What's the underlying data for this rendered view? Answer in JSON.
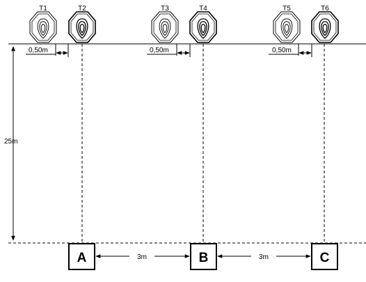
{
  "targets": [
    {
      "id": "t1",
      "label": "T1"
    },
    {
      "id": "t2",
      "label": "T2"
    },
    {
      "id": "t3",
      "label": "T3"
    },
    {
      "id": "t4",
      "label": "T4"
    },
    {
      "id": "t5",
      "label": "T5"
    },
    {
      "id": "t6",
      "label": "T6"
    }
  ],
  "offset_label": "0,50m",
  "range_label": "25m",
  "positions": [
    {
      "id": "a",
      "label": "A"
    },
    {
      "id": "b",
      "label": "B"
    },
    {
      "id": "c",
      "label": "C"
    }
  ],
  "spacing_label": "3m"
}
